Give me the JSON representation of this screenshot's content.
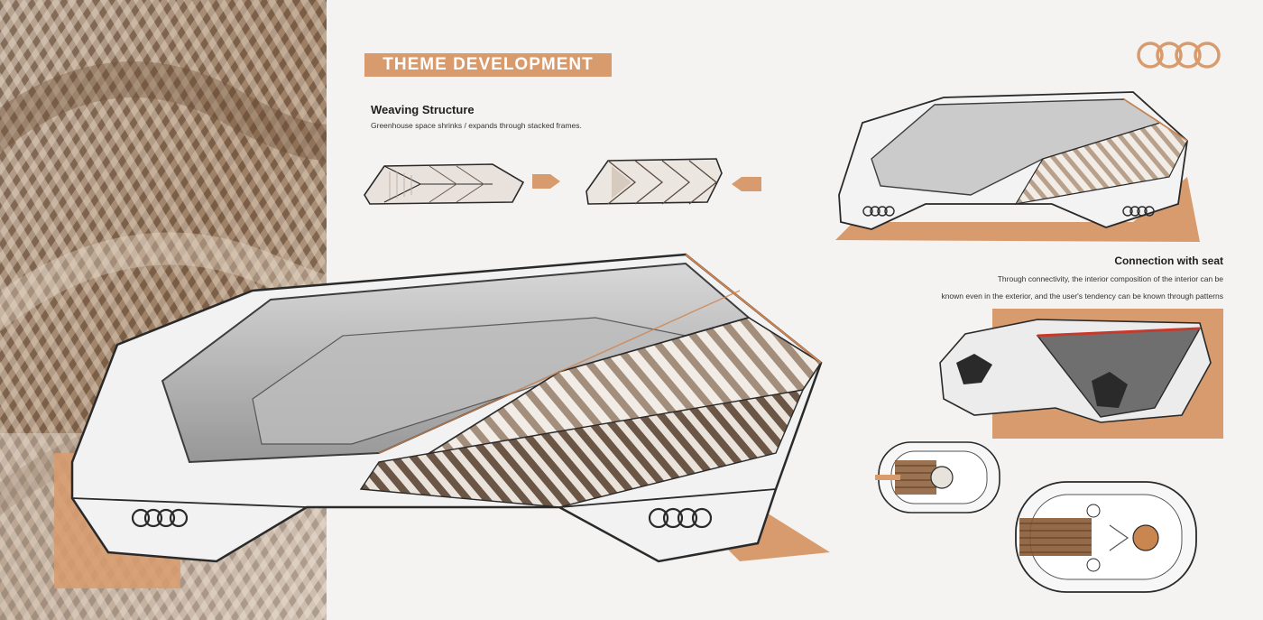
{
  "banner": {
    "title": "THEME DEVELOPMENT"
  },
  "weaving": {
    "title": "Weaving Structure",
    "description": "Greenhouse space shrinks / expands through stacked frames."
  },
  "seat": {
    "title": "Connection with seat",
    "description_lines": [
      "Through connectivity, the interior composition of the interior can be",
      "known even in the exterior, and the user's tendency can be known through patterns"
    ]
  },
  "colors": {
    "accent": "#d89b6d",
    "background": "#f4f3f1",
    "sketch_line": "#2a2a2a",
    "wood": "#8a5a34"
  },
  "icons": {
    "brand_logo": "four-rings-logo-icon",
    "arrow_right": "arrow-right-icon",
    "arrow_left": "arrow-left-icon"
  }
}
